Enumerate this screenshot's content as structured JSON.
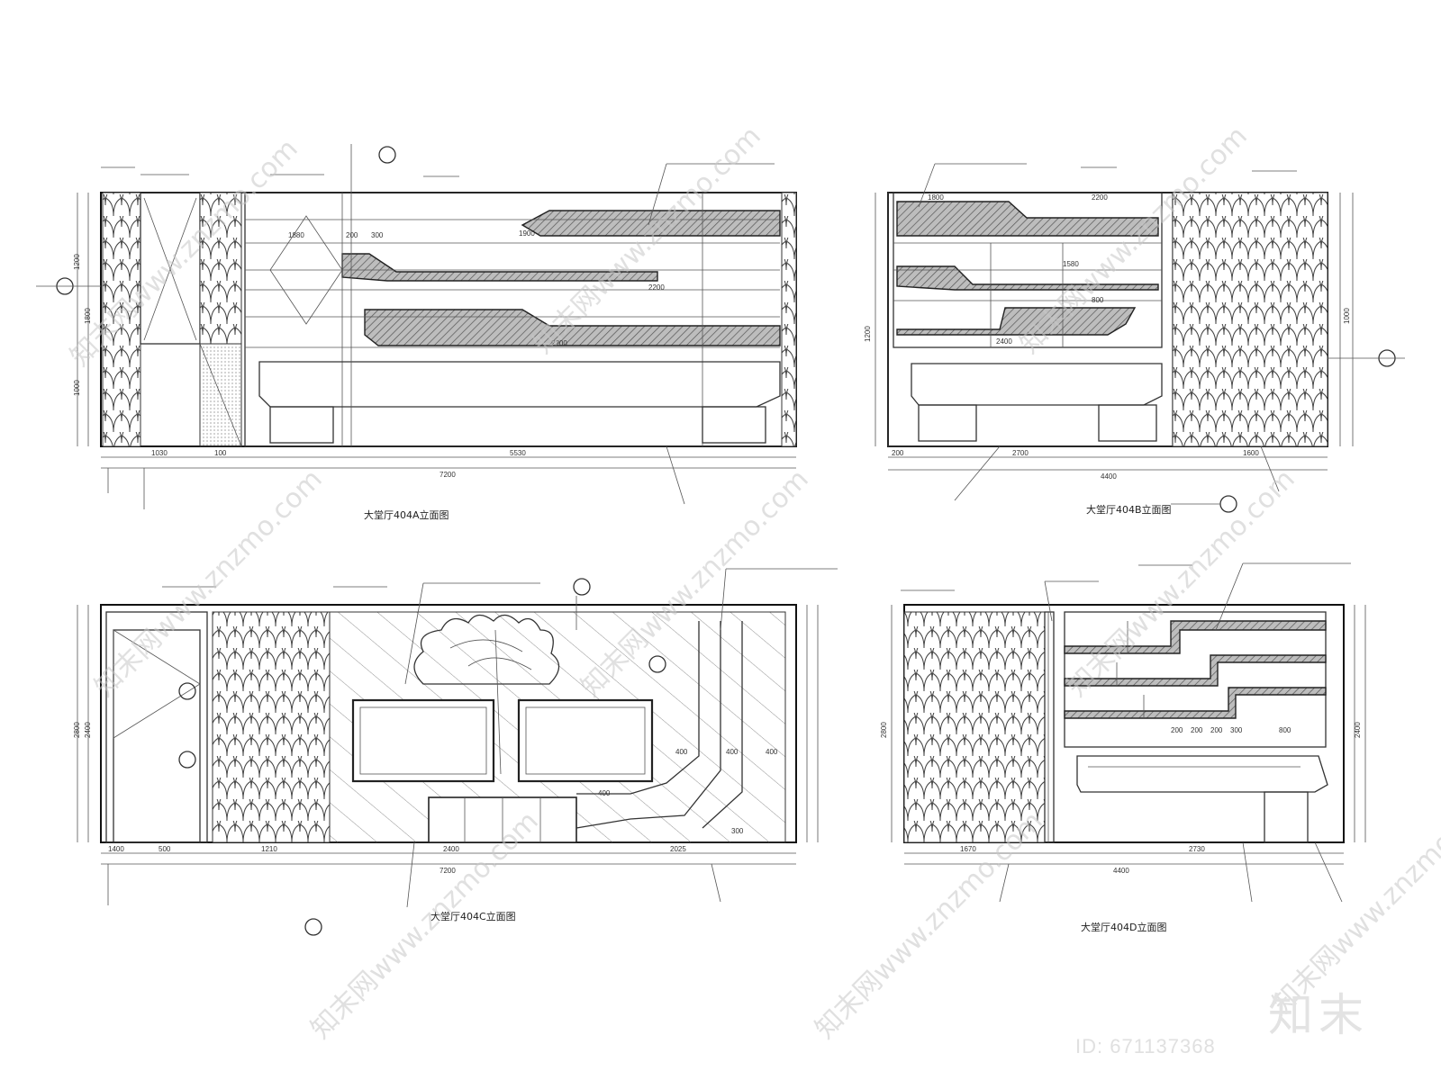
{
  "elevations": [
    {
      "id": "A",
      "title": "大堂厅404A立面图",
      "dims_bottom": [
        "1030",
        "100",
        "5530"
      ],
      "dim_total": "7200",
      "dims_inner": [
        "200",
        "300",
        "1880",
        "2200",
        "2200",
        "1900"
      ],
      "dims_left": [
        "1200",
        "1000",
        "1800"
      ]
    },
    {
      "id": "B",
      "title": "大堂厅404B立面图",
      "dims_bottom": [
        "200",
        "2700",
        "1600"
      ],
      "dim_total": "4400",
      "dims_inner": [
        "1800",
        "2200",
        "1580",
        "800",
        "2400"
      ],
      "dims_left": [
        "1200",
        "1000"
      ]
    },
    {
      "id": "C",
      "title": "大堂厅404C立面图",
      "dims_bottom": [
        "1400",
        "500",
        "1210",
        "2400",
        "2025"
      ],
      "dim_total": "7200",
      "dims_inner": [
        "400",
        "400",
        "400",
        "400",
        "300"
      ],
      "dims_left": [
        "2800",
        "2400"
      ]
    },
    {
      "id": "D",
      "title": "大堂厅404D立面图",
      "dims_bottom": [
        "1670",
        "2730"
      ],
      "dim_total": "4400",
      "dims_inner": [
        "200",
        "200",
        "200",
        "300",
        "800"
      ],
      "dims_left": [
        "2800",
        "2400"
      ]
    }
  ],
  "brand": "知末",
  "image_id": "ID: 671137368",
  "watermark": "知末网www.znzmo.com"
}
